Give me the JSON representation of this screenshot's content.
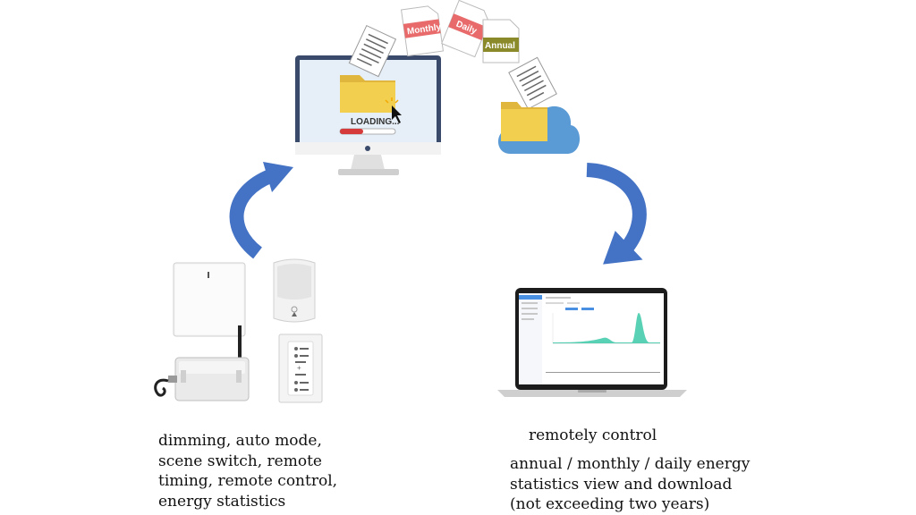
{
  "computer": {
    "loading_text": "LOADING..."
  },
  "report_docs": [
    {
      "label": "Monthly",
      "color": "#e86a6a"
    },
    {
      "label": "Daily",
      "color": "#e86a6a"
    },
    {
      "label": "Annual",
      "color": "#8a8a2a"
    }
  ],
  "captions": {
    "devices": [
      "dimming, auto mode,",
      "scene switch, remote",
      "timing, remote control,",
      "energy statistics"
    ],
    "remote_title": "remotely control",
    "laptop": [
      "annual / monthly / daily energy",
      "statistics view and download",
      "(not exceeding two years)"
    ]
  },
  "colors": {
    "arrow": "#4472c4",
    "folder": "#f2cf4f",
    "cloud": "#5b9bd5",
    "monitor_frame": "#3a4a6b",
    "chart_peak": "#3cc9a8"
  }
}
